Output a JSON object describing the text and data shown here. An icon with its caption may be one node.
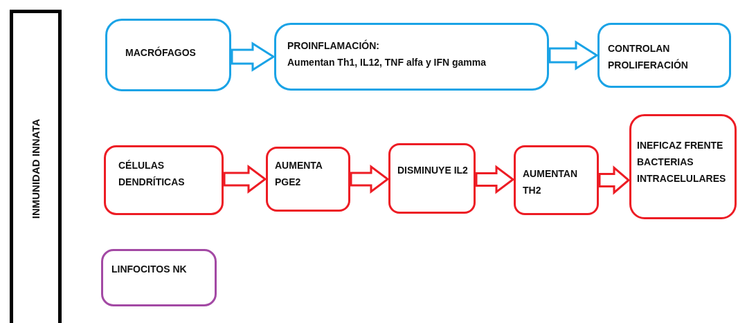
{
  "diagram": {
    "nodes": [
      {
        "text": [
          "INMUNIDAD INNATA"
        ]
      },
      {
        "text": [
          "MACRÓFAGOS"
        ]
      },
      {
        "text": [
          "PROINFLAMACIÓN:",
          "Aumentan Th1, IL12, TNF alfa y IFN gamma"
        ]
      },
      {
        "text": [
          "CONTROLAN PROLIFERACIÓN"
        ]
      },
      {
        "text": [
          "CÉLULAS DENDRÍTICAS"
        ]
      },
      {
        "text": [
          "AUMENTA PGE2"
        ]
      },
      {
        "text": [
          "DISMINUYE IL2"
        ]
      },
      {
        "text": [
          "AUMENTAN TH2"
        ]
      },
      {
        "text": [
          "INEFICAZ FRENTE BACTERIAS INTRACELULARES"
        ]
      },
      {
        "text": [
          "LINFOCITOS NK"
        ]
      }
    ],
    "edges": [
      {
        "from": 1,
        "to": 2,
        "arrow": "to",
        "color": "#1aa3e6"
      },
      {
        "from": 2,
        "to": 3,
        "arrow": "to",
        "color": "#1aa3e6"
      },
      {
        "from": 4,
        "to": 5,
        "arrow": "to"
      },
      {
        "from": 5,
        "to": 6,
        "arrow": "to"
      },
      {
        "from": 6,
        "to": 7,
        "arrow": "to"
      },
      {
        "from": 7,
        "to": 8,
        "arrow": "to"
      }
    ]
  }
}
